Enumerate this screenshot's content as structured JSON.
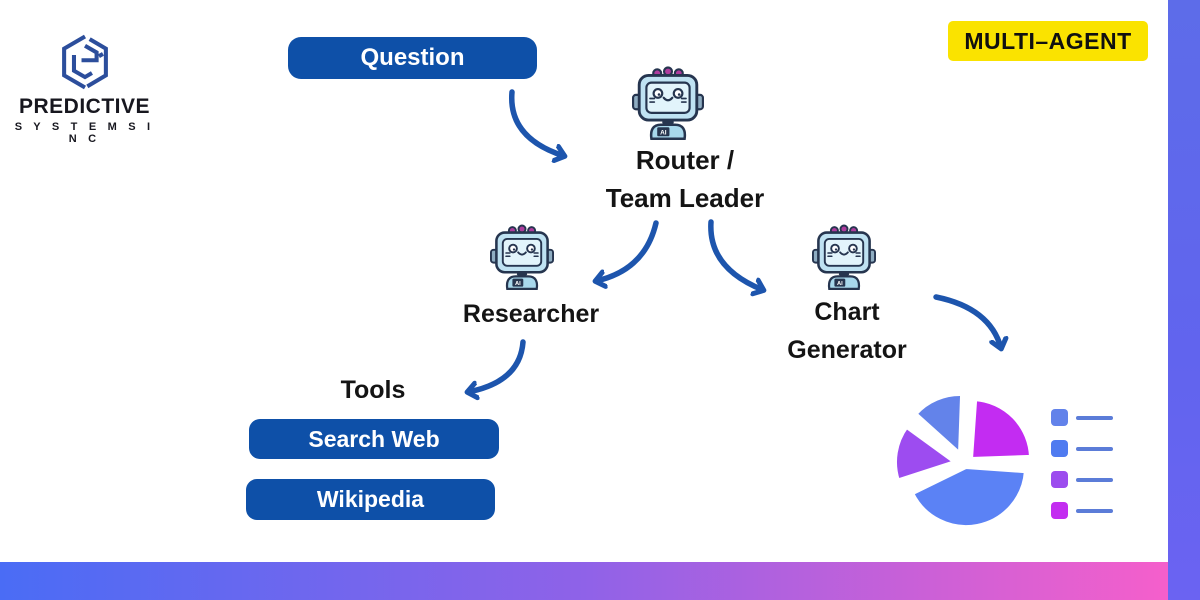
{
  "brand": {
    "line1": "PREDICTIVE",
    "line2": "S Y S T E M S  I N C"
  },
  "badge": {
    "label": "MULTI–AGENT"
  },
  "diagram": {
    "question": {
      "label": "Question"
    },
    "router": {
      "line1": "Router /",
      "line2": "Team Leader"
    },
    "researcher": {
      "label": "Researcher"
    },
    "chart_generator": {
      "line1": "Chart",
      "line2": "Generator"
    },
    "tools": {
      "heading": "Tools",
      "items": [
        {
          "label": "Search Web"
        },
        {
          "label": "Wikipedia"
        }
      ]
    },
    "robot_badge": "AI"
  },
  "colors": {
    "pill_blue": "#0e50a8",
    "arrow_blue": "#1d55ad",
    "badge_yellow": "#fae300",
    "logo_blue": "#2c4e9c",
    "robot_outline": "#26354f",
    "robot_head": "#bfe2f2",
    "robot_bumps": "#ae3c9e",
    "bottom_bar_gradient": [
      "#4a6cf5",
      "#f55fcb"
    ],
    "right_bar": "#5d6ce9"
  },
  "chart_data": {
    "type": "pie",
    "title": "",
    "note": "decorative exploded pie illustration, no labels or values shown",
    "slices": [
      {
        "name": "top",
        "color": "#6383ea",
        "percent": 16
      },
      {
        "name": "right",
        "color": "#c32cf2",
        "percent": 25
      },
      {
        "name": "bottom",
        "color": "#5b82f5",
        "percent": 43
      },
      {
        "name": "left",
        "color": "#9d4cf0",
        "percent": 16
      }
    ],
    "legend": {
      "position": "right",
      "entries": 4,
      "labels_visible": false,
      "line_color": "#5b7cd8"
    }
  }
}
